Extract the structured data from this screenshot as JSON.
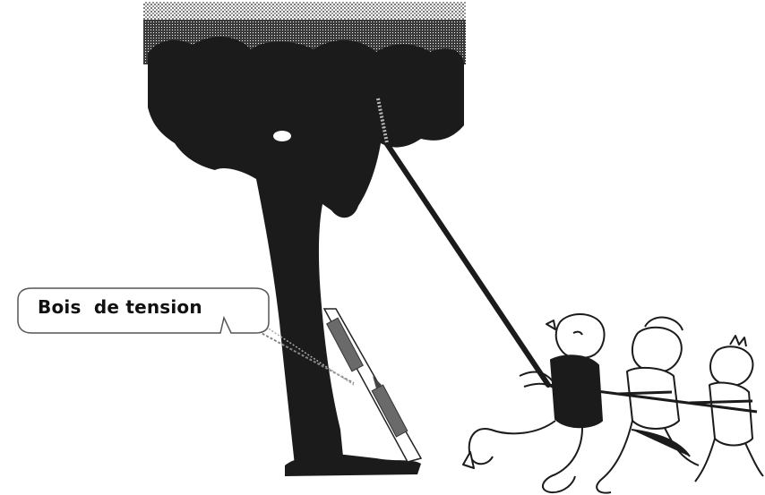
{
  "callout": {
    "label": "Bois  de tension"
  },
  "colors": {
    "tree": "#1b1b1b",
    "canopy_pattern": "#8a8a8a",
    "tension_wood": "#6a6a6a",
    "outline": "#222222",
    "background": "#ffffff"
  },
  "icons": [
    "tree-figure",
    "rope",
    "tension-wood-marks",
    "people-pulling-rope"
  ]
}
